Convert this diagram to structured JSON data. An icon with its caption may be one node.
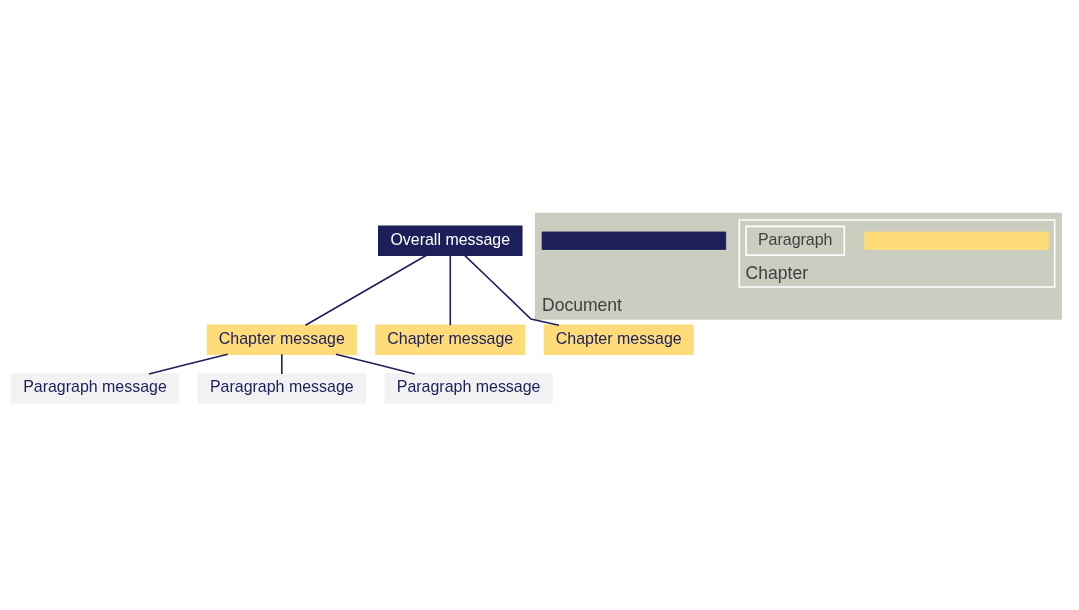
{
  "diagram": {
    "nodes": [
      {
        "text": [
          "Overall message"
        ]
      },
      {
        "text": [
          "Chapter message"
        ]
      },
      {
        "text": [
          "Chapter message"
        ]
      },
      {
        "text": [
          "Chapter message"
        ]
      },
      {
        "text": [
          "Paragraph message"
        ]
      },
      {
        "text": [
          "Paragraph message"
        ]
      },
      {
        "text": [
          "Paragraph message"
        ]
      },
      {
        "text": [
          "Document"
        ]
      },
      {
        "text": [],
        "shape": "bar",
        "in": 7
      },
      {
        "text": [
          "Chapter"
        ],
        "in": 7
      },
      {
        "text": [],
        "shape": "bar",
        "in": 9
      },
      {
        "text": [
          "Paragraph"
        ],
        "in": 9
      }
    ],
    "edges": [
      {
        "from": 0,
        "to": 1,
        "arrow": "none"
      },
      {
        "from": 0,
        "to": 2,
        "arrow": "none"
      },
      {
        "from": 0,
        "to": 3,
        "arrow": "none"
      },
      {
        "from": 1,
        "to": 4,
        "arrow": "none"
      },
      {
        "from": 1,
        "to": 5,
        "arrow": "none"
      },
      {
        "from": 1,
        "to": 6,
        "arrow": "none"
      }
    ]
  }
}
